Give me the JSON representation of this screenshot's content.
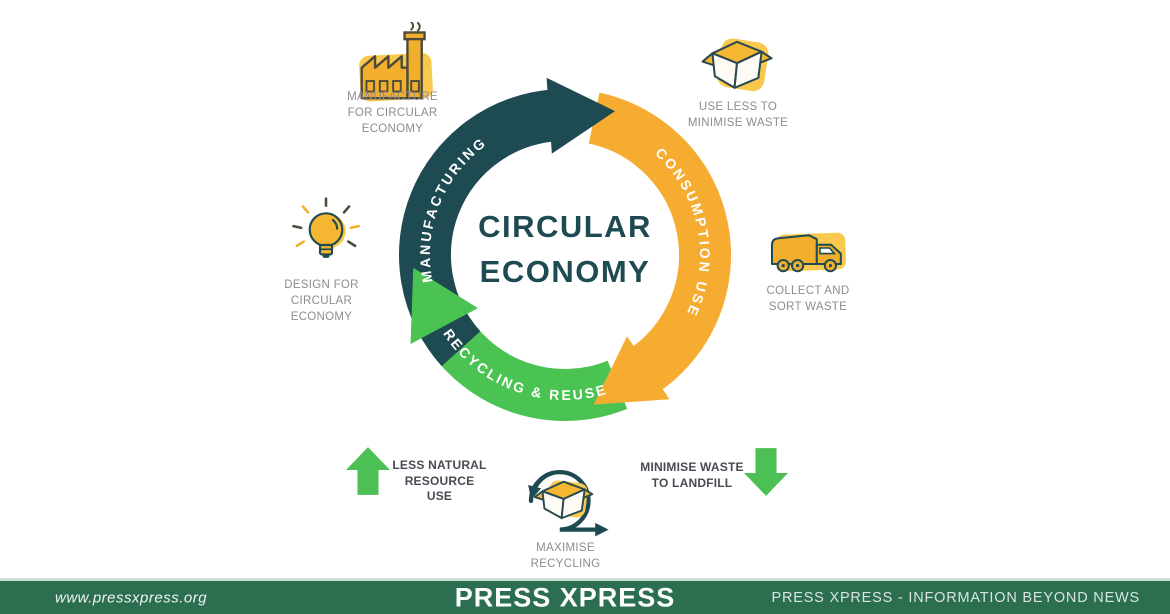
{
  "diagram": {
    "title": "CIRCULAR\nECONOMY",
    "arcs": {
      "manufacturing": {
        "label": "MANUFACTURING",
        "color": "#1E4A52"
      },
      "consumption": {
        "label": "CONSUMPTION USE",
        "color": "#F5AC30"
      },
      "recycling": {
        "label": "RECYCLING & REUSE",
        "color": "#4BC353"
      }
    },
    "nodes": {
      "manufacture": {
        "icon": "factory-icon",
        "label": "MANUFACTURE\nFOR CIRCULAR\nECONOMY"
      },
      "use_less": {
        "icon": "open-box-icon",
        "label": "USE LESS TO\nMINIMISE WASTE"
      },
      "collect": {
        "icon": "garbage-truck-icon",
        "label": "COLLECT AND\nSORT WASTE"
      },
      "design": {
        "icon": "lightbulb-icon",
        "label": "DESIGN FOR\nCIRCULAR\nECONOMY"
      },
      "maximise": {
        "icon": "recycle-loop-icon",
        "label": "MAXIMISE\nRECYCLING"
      }
    },
    "outcomes": {
      "less_resource": {
        "icon": "arrow-up-icon",
        "label": "LESS NATURAL\nRESOURCE USE",
        "arrow_color": "#4CBF55"
      },
      "less_landfill": {
        "icon": "arrow-down-icon",
        "label": "MINIMISE WASTE\nTO LANDFILL",
        "arrow_color": "#4CBF55"
      }
    }
  },
  "footer": {
    "website": "www.pressxpress.org",
    "brand": "PRESS XPRESS",
    "tagline": "PRESS XPRESS - INFORMATION BEYOND NEWS",
    "background_color": "#2C6E50"
  },
  "colors": {
    "background": "#FFFFFF",
    "title_text": "#1E4A52",
    "label_text": "#8C8C92",
    "bold_label_text": "#4A4A55",
    "icon_yellow": "#F2AF2E",
    "icon_highlight": "#F8C94D",
    "icon_outline_dark": "#1E4A52"
  }
}
